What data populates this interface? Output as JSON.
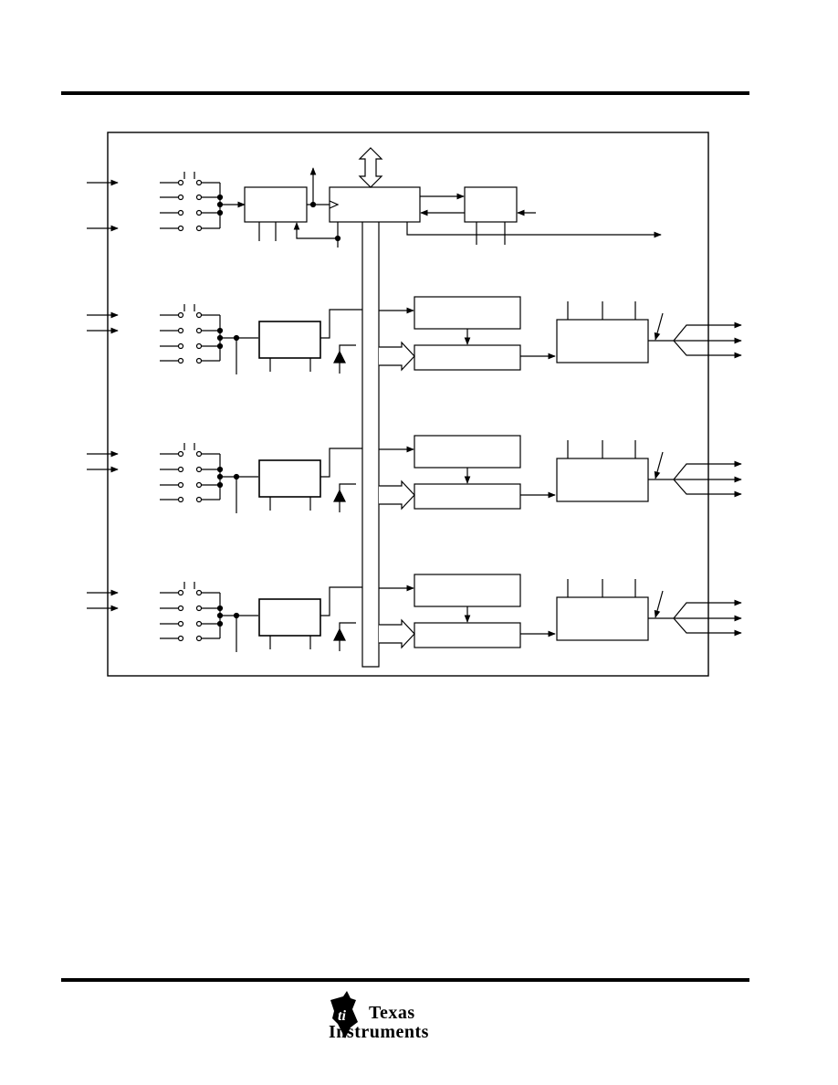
{
  "colors": {
    "ink": "#000000",
    "paper": "#ffffff"
  },
  "header": {
    "rule": "top-rule"
  },
  "diagram": {
    "kind": "functional-block-diagram",
    "channels": 3,
    "labels": []
  },
  "footer": {
    "logo_icon": "ti-state-logo-icon",
    "logo_line1": "Texas",
    "logo_line2": "Instruments"
  }
}
